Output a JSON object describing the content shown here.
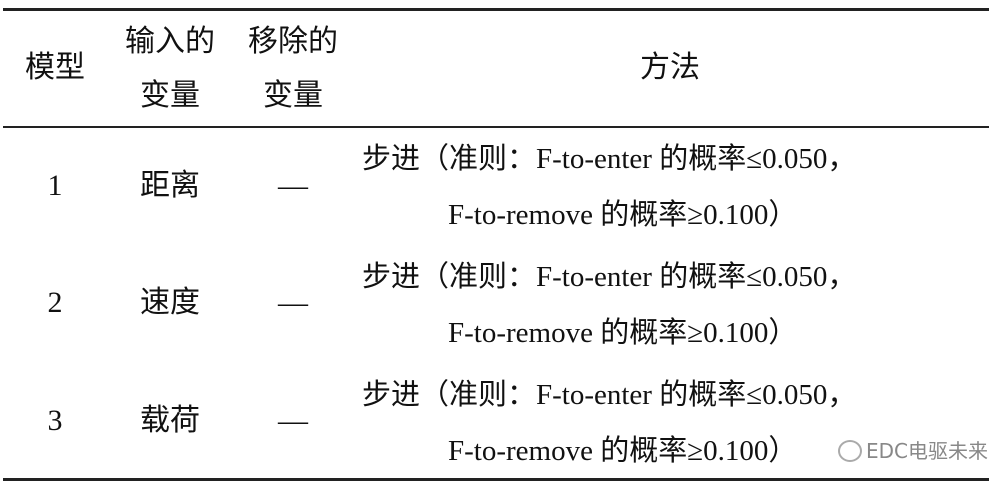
{
  "table": {
    "headers": {
      "model": "模型",
      "input_line1": "输入的",
      "input_line2": "变量",
      "removed_line1": "移除的",
      "removed_line2": "变量",
      "method": "方法"
    },
    "rows": [
      {
        "model": "1",
        "input": "距离",
        "removed": "—",
        "method_line1": "步进（准则：F-to-enter 的概率≤0.050，",
        "method_line2": "F-to-remove 的概率≥0.100）"
      },
      {
        "model": "2",
        "input": "速度",
        "removed": "—",
        "method_line1": "步进（准则：F-to-enter 的概率≤0.050，",
        "method_line2": "F-to-remove 的概率≥0.100）"
      },
      {
        "model": "3",
        "input": "载荷",
        "removed": "—",
        "method_line1": "步进（准则：F-to-enter 的概率≤0.050，",
        "method_line2": "F-to-remove 的概率≥0.100）"
      }
    ]
  },
  "watermark": "EDC电驱未来"
}
